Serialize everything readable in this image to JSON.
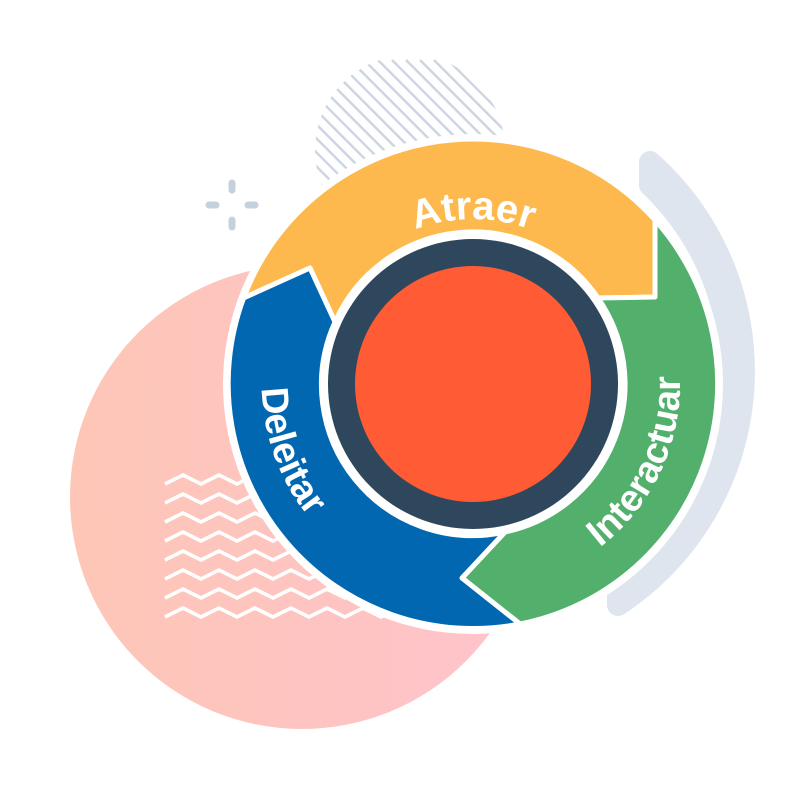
{
  "flywheel": {
    "segments": [
      {
        "label": "Atraer",
        "color": "#fdb94d"
      },
      {
        "label": "Interactuar",
        "color": "#52b06c"
      },
      {
        "label": "Deleitar",
        "color": "#0067b0"
      }
    ],
    "hub_ring_color": "#2e475d",
    "hub_color": "#ff5c35"
  },
  "decor": {
    "blob_colors": [
      "#fdc6b6",
      "#ffc3cc"
    ],
    "accent_gray": "#dfe5ee",
    "stripe_color": "#ccd6e3"
  }
}
